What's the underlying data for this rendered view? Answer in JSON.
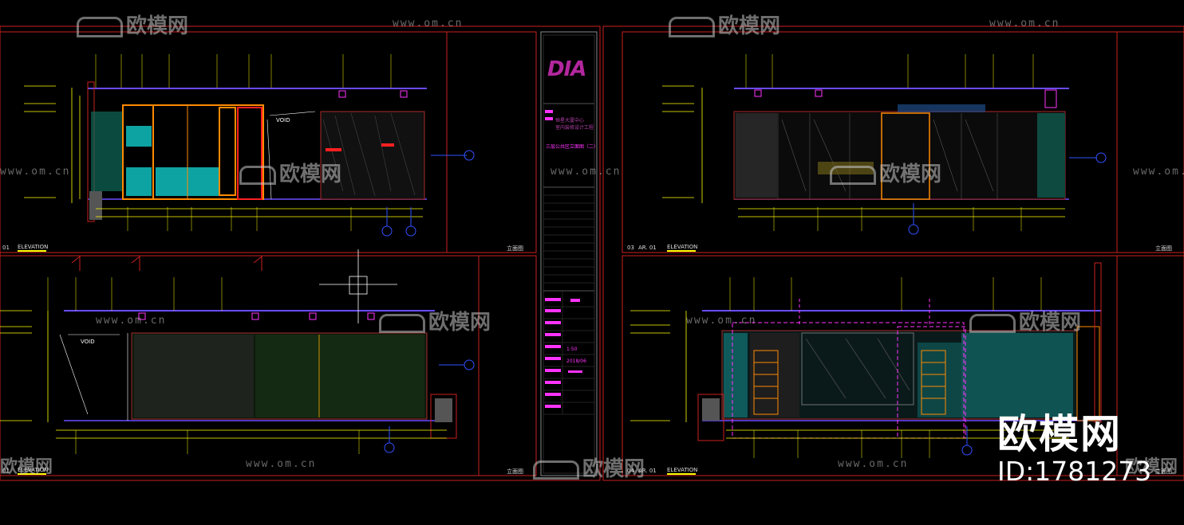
{
  "panels": [
    {
      "number": "01",
      "title": "ELEVATION",
      "cn_title": "立面图"
    },
    {
      "number": "03",
      "code": "AR. 01",
      "title": "ELEVATION",
      "cn_title": "立面图"
    },
    {
      "number": "01",
      "title": "ELEVATION",
      "cn_title": "立面图"
    },
    {
      "number": "04",
      "code": "AR. 01",
      "title": "ELEVATION",
      "cn_title": "立面图"
    }
  ],
  "void_labels": [
    "VOID",
    "VOID"
  ],
  "title_block": {
    "logo": "DIA",
    "project_line1": "恒星大厦中心",
    "project_line2": "室内装修设计工程",
    "drawing_name": "三层公共区立面图（二）",
    "date": "2018/06",
    "scale": "1:50"
  },
  "watermark": {
    "brand": "欧模网",
    "url": "www.om.cn",
    "big_brand": "欧模网",
    "id": "ID:1781273"
  },
  "colors": {
    "background": "#000000",
    "frame": "#cc1f1f",
    "dimension": "#ffff00",
    "ceiling": "#6a4bff",
    "magenta": "#ff33ff",
    "teal": "#0ea3a3"
  },
  "icons": [
    "couch-logo-icon",
    "section-marker-icon",
    "crosshair-cursor-icon"
  ]
}
